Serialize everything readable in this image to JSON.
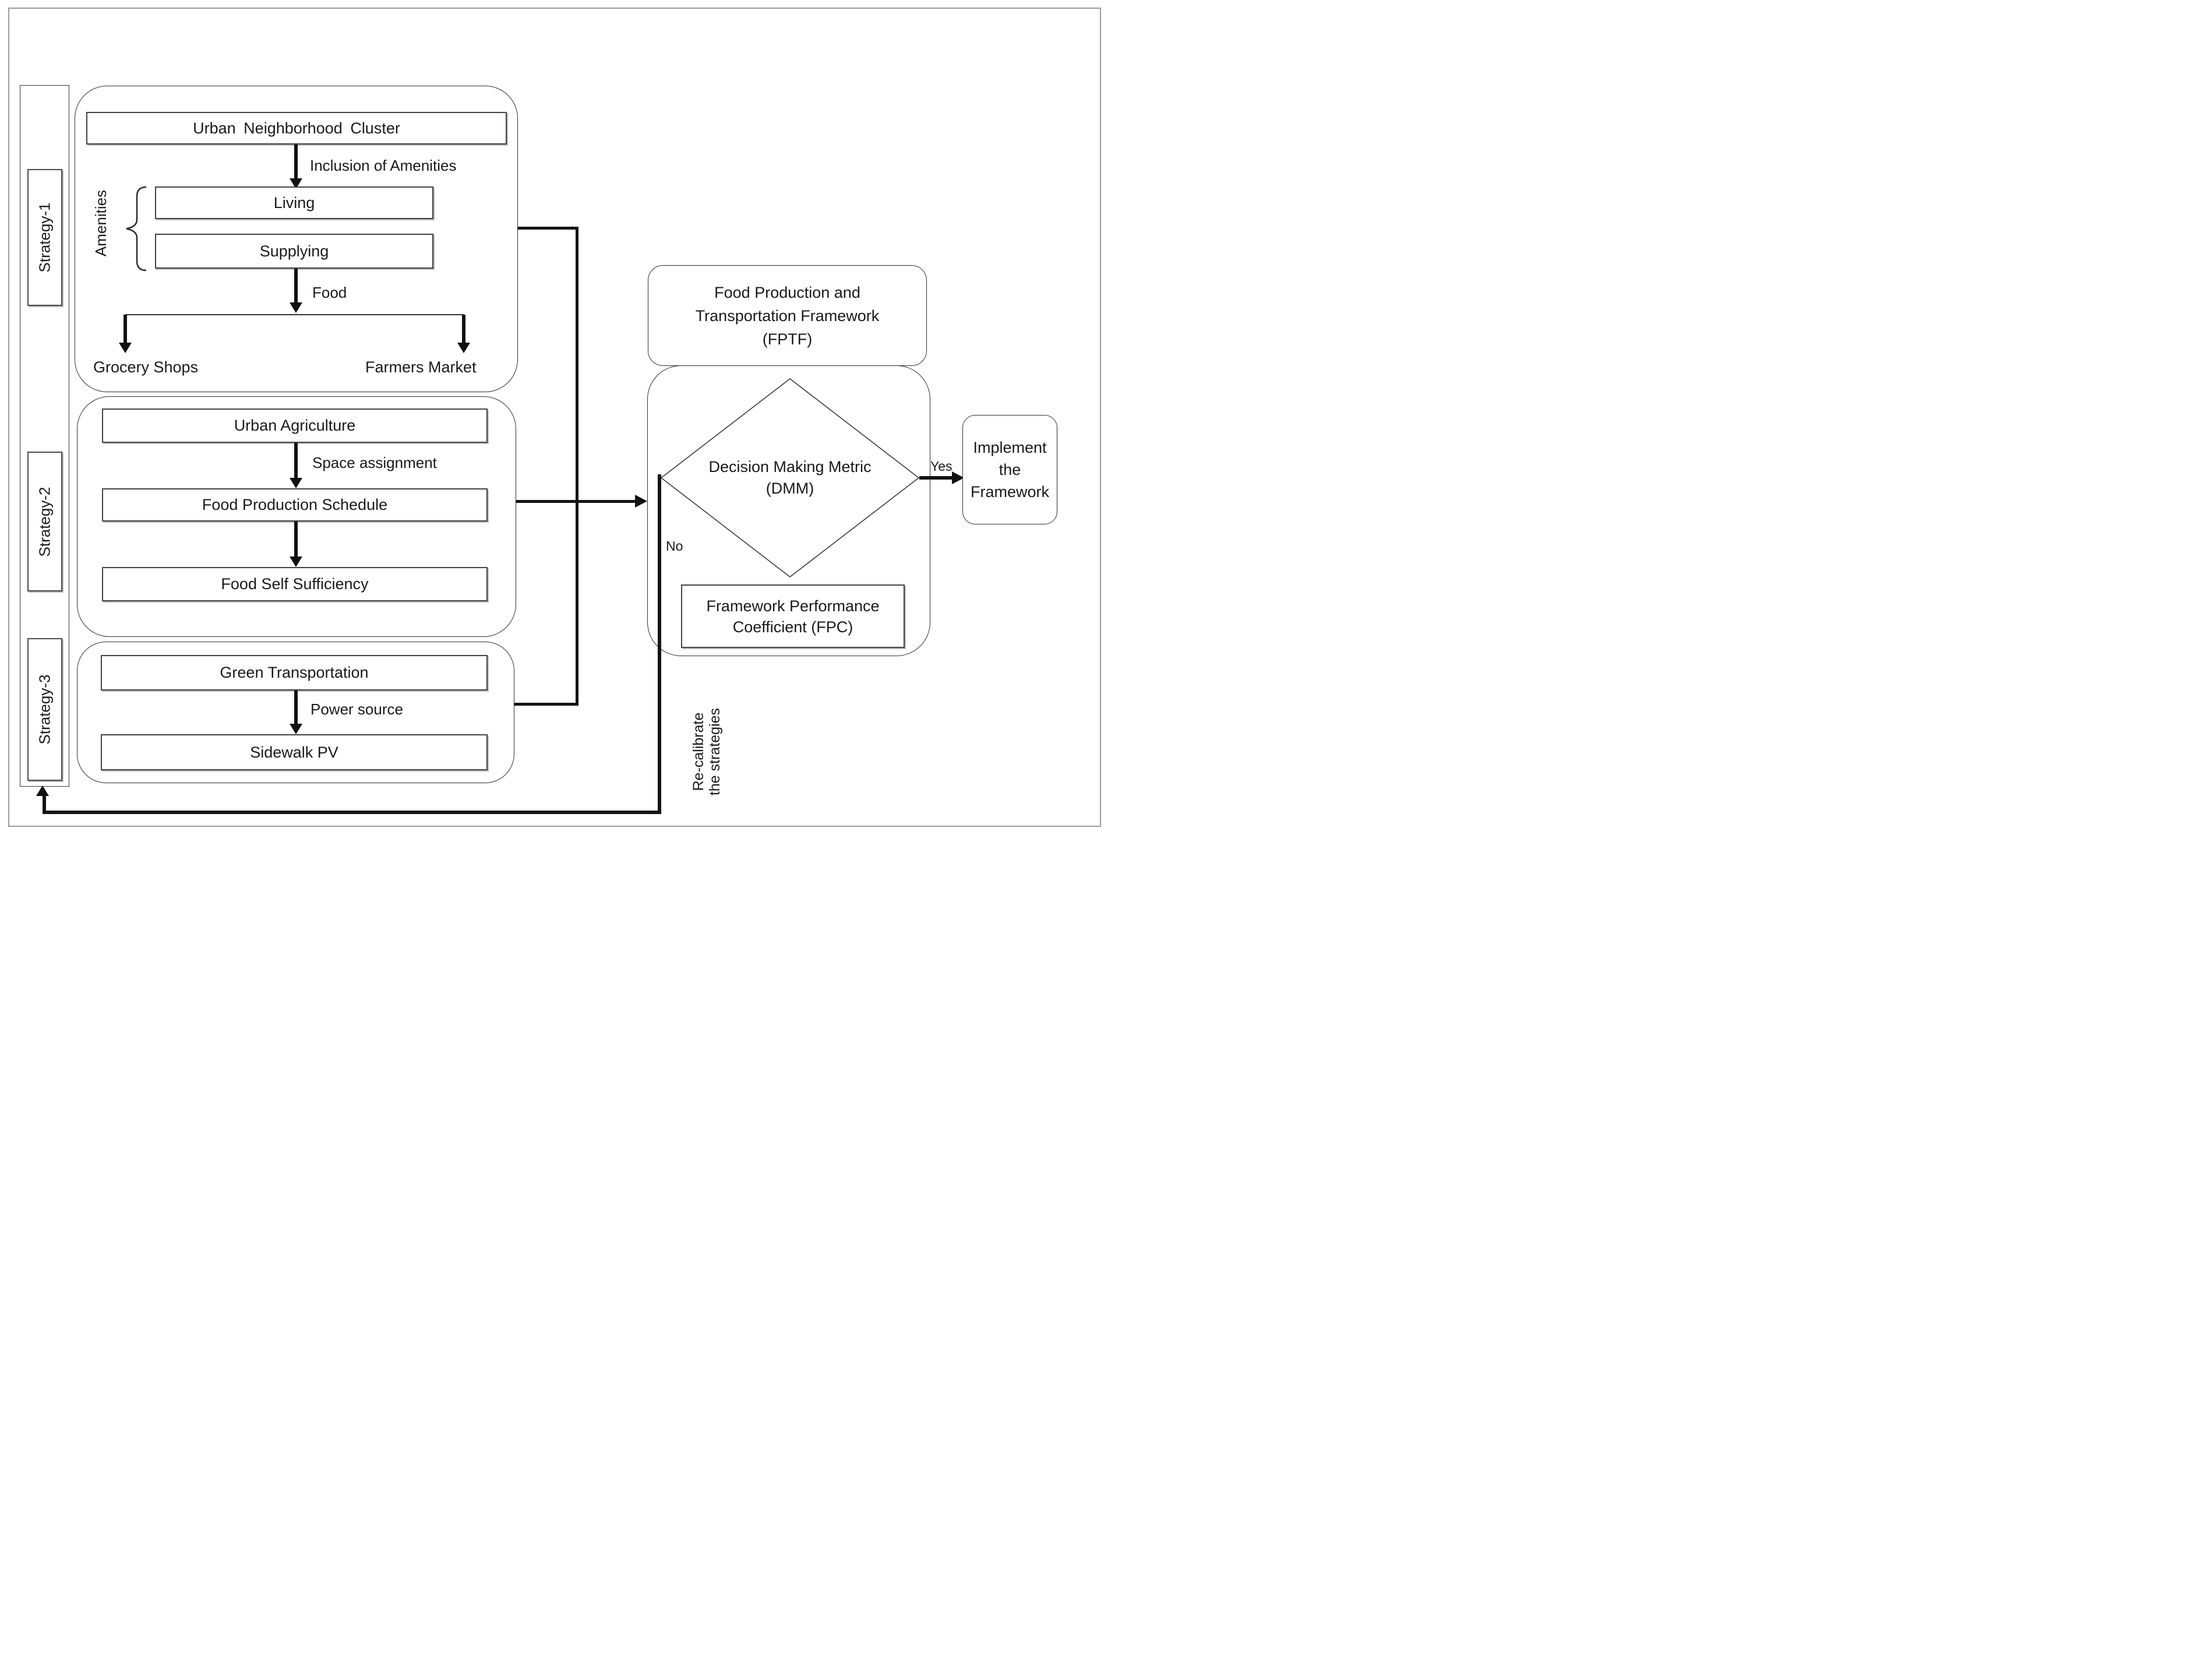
{
  "rail": {
    "s1": "Strategy-1",
    "s2": "Strategy-2",
    "s3": "Strategy-3"
  },
  "s1": {
    "cluster": "Urban Neighborhood Cluster",
    "inclusion": "Inclusion of Amenities",
    "amenities": "Amenities",
    "living": "Living",
    "supplying": "Supplying",
    "food": "Food",
    "grocery": "Grocery Shops",
    "farmers": "Farmers Market"
  },
  "s2": {
    "agriculture": "Urban Agriculture",
    "space": "Space assignment",
    "schedule": "Food Production Schedule",
    "sufficiency": "Food Self Sufficiency"
  },
  "s3": {
    "transport": "Green Transportation",
    "power": "Power source",
    "sidewalk": "Sidewalk PV"
  },
  "fptf": {
    "l1": "Food Production and",
    "l2": "Transportation Framework",
    "l3": "(FPTF)"
  },
  "dmm": {
    "l1": "Decision Making Metric",
    "l2": "(DMM)"
  },
  "fpc": {
    "l1": "Framework Performance",
    "l2": "Coefficient (FPC)"
  },
  "impl": {
    "l1": "Implement",
    "l2": "the",
    "l3": "Framework"
  },
  "edges": {
    "yes": "Yes",
    "no": "No",
    "recal1": "Re-calibrate",
    "recal2": "the strategies"
  },
  "colors": {
    "stroke": "#303030",
    "arrow": "#111111"
  }
}
